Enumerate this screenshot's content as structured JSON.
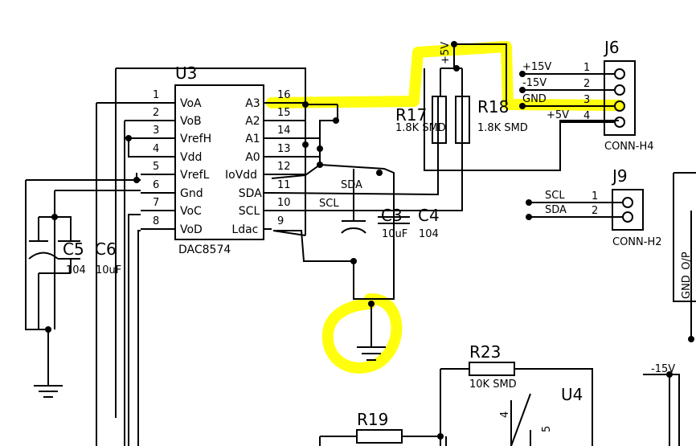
{
  "colors": {
    "highlight": "#ffff00",
    "ink": "#000000",
    "paper": "#ffffff"
  },
  "u3": {
    "ref": "U3",
    "part": "DAC8574",
    "left_pins": [
      {
        "num": "1",
        "name": "VoA"
      },
      {
        "num": "2",
        "name": "VoB"
      },
      {
        "num": "3",
        "name": "VrefH"
      },
      {
        "num": "4",
        "name": "Vdd"
      },
      {
        "num": "5",
        "name": "VrefL"
      },
      {
        "num": "6",
        "name": "Gnd"
      },
      {
        "num": "7",
        "name": "VoC"
      },
      {
        "num": "8",
        "name": "VoD"
      }
    ],
    "right_pins": [
      {
        "num": "16",
        "name": "A3"
      },
      {
        "num": "15",
        "name": "A2"
      },
      {
        "num": "14",
        "name": "A1"
      },
      {
        "num": "13",
        "name": "A0"
      },
      {
        "num": "12",
        "name": "IoVdd"
      },
      {
        "num": "11",
        "name": "SDA"
      },
      {
        "num": "10",
        "name": "SCL"
      },
      {
        "num": "9",
        "name": "Ldac"
      }
    ]
  },
  "r17": {
    "ref": "R17",
    "value": "1.8K SMD"
  },
  "r18": {
    "ref": "R18",
    "value": "1.8K SMD"
  },
  "r19": {
    "ref": "R19"
  },
  "r23": {
    "ref": "R23",
    "value": "10K SMD"
  },
  "u4": {
    "ref": "U4",
    "pin_a": "4",
    "pin_b": "5"
  },
  "c3": {
    "ref": "C3",
    "value": "10uF"
  },
  "c4": {
    "ref": "C4",
    "value": "104"
  },
  "c5": {
    "ref": "C5",
    "value": "104"
  },
  "c6": {
    "ref": "C6",
    "value": "10uF"
  },
  "j6": {
    "ref": "J6",
    "type": "CONN-H4",
    "pins": [
      {
        "num": "1",
        "net": "+15V"
      },
      {
        "num": "2",
        "net": "-15V"
      },
      {
        "num": "3",
        "net": "GND"
      },
      {
        "num": "4",
        "net": "+5V"
      }
    ]
  },
  "j9": {
    "ref": "J9",
    "type": "CONN-H2",
    "pins": [
      {
        "num": "1",
        "net": "SCL"
      },
      {
        "num": "2",
        "net": "SDA"
      }
    ]
  },
  "nets": {
    "plus5_top": "+5V",
    "sda": "SDA",
    "scl": "SCL",
    "minus15": "-15V",
    "gnd_o": "GND_O/P"
  }
}
